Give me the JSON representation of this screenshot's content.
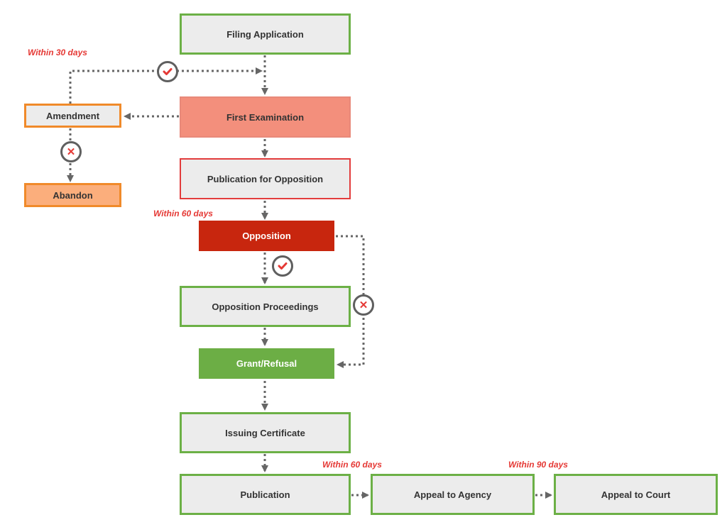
{
  "nodes": {
    "filing_application": "Filing Application",
    "first_examination": "First Examination",
    "amendment": "Amendment",
    "abandon": "Abandon",
    "publication_for_opposition": "Publication for Opposition",
    "opposition": "Opposition",
    "opposition_proceedings": "Opposition Proceedings",
    "grant_refusal": "Grant/Refusal",
    "issuing_certificate": "Issuing Certificate",
    "publication": "Publication",
    "appeal_to_agency": "Appeal to Agency",
    "appeal_to_court": "Appeal to Court"
  },
  "notes": {
    "within_30_days": "Within 30 days",
    "within_60_days_opposition": "Within 60 days",
    "within_60_days_appeal": "Within 60 days",
    "within_90_days": "Within 90 days"
  },
  "colors": {
    "green_border": "#6cb046",
    "orange_border": "#f08a2a",
    "salmon_fill": "#f38f7c",
    "red_fill": "#c8260e",
    "green_fill": "#6cae45",
    "note_red": "#e53935",
    "connector": "#666666"
  },
  "icons": {
    "approved": "check-circle-icon",
    "rejected": "x-circle-icon"
  }
}
